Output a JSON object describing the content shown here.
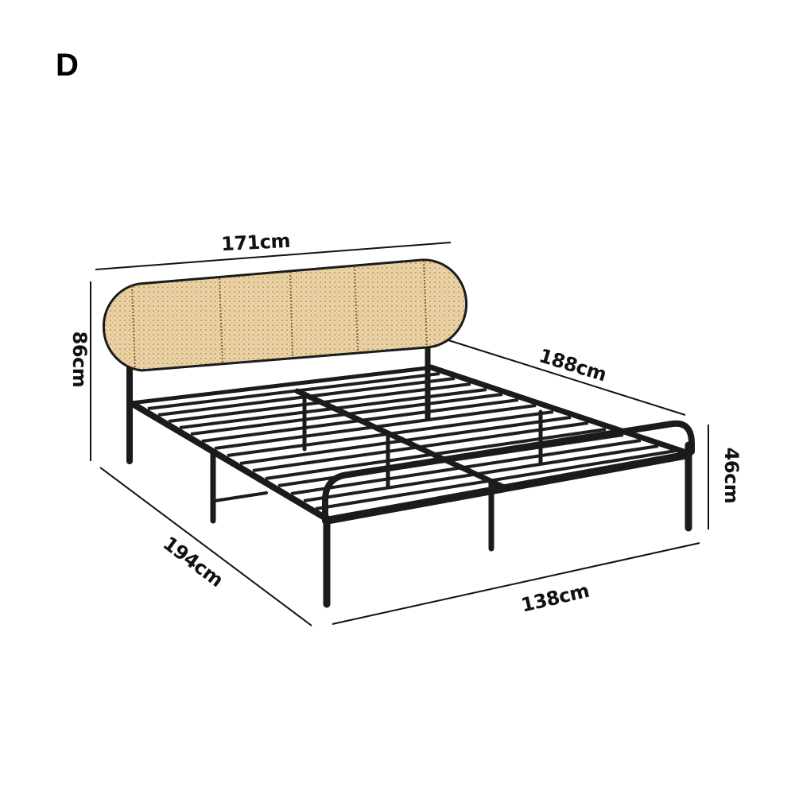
{
  "variant": {
    "label": "D"
  },
  "product": {
    "name": "bed-frame",
    "headboard_material": "rattan",
    "frame_color": "#1b1b1b",
    "rattan_color": "#e6cfa0",
    "rattan_dot_color": "#b48a4a"
  },
  "dimensions": {
    "headboard_width": "171cm",
    "headboard_height": "86cm",
    "frame_length": "188cm",
    "frame_height": "46cm",
    "overall_length": "194cm",
    "overall_width": "138cm"
  }
}
